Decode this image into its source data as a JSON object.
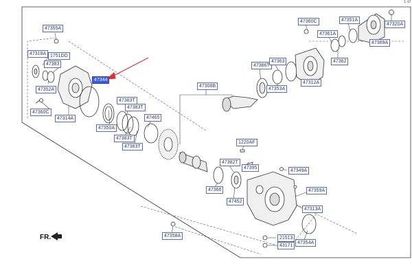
{
  "page_indicator": "1 of",
  "highlighted_part": "47344",
  "direction_label": "FR.",
  "part_labels": [
    "47355A",
    "47318A",
    "1751DD",
    "47383",
    "47352A",
    "47344",
    "47360C",
    "47314A",
    "47383T",
    "47383T",
    "47383T",
    "47383T",
    "47350A",
    "47465",
    "47308B",
    "47386T",
    "47363",
    "47353A",
    "47312A",
    "47360C",
    "47361A",
    "47362",
    "47351A",
    "47320A",
    "47389A",
    "1220AF",
    "47382T",
    "47395",
    "47349A",
    "47366",
    "47452",
    "47359A",
    "47313A",
    "47358A",
    "21513",
    "43171",
    "47354A"
  ],
  "colors": {
    "line": "#333333",
    "label_border": "#5a6fa8",
    "label_text": "#283a78",
    "highlight": "#3b5bdb",
    "arrow": "#e03030"
  }
}
